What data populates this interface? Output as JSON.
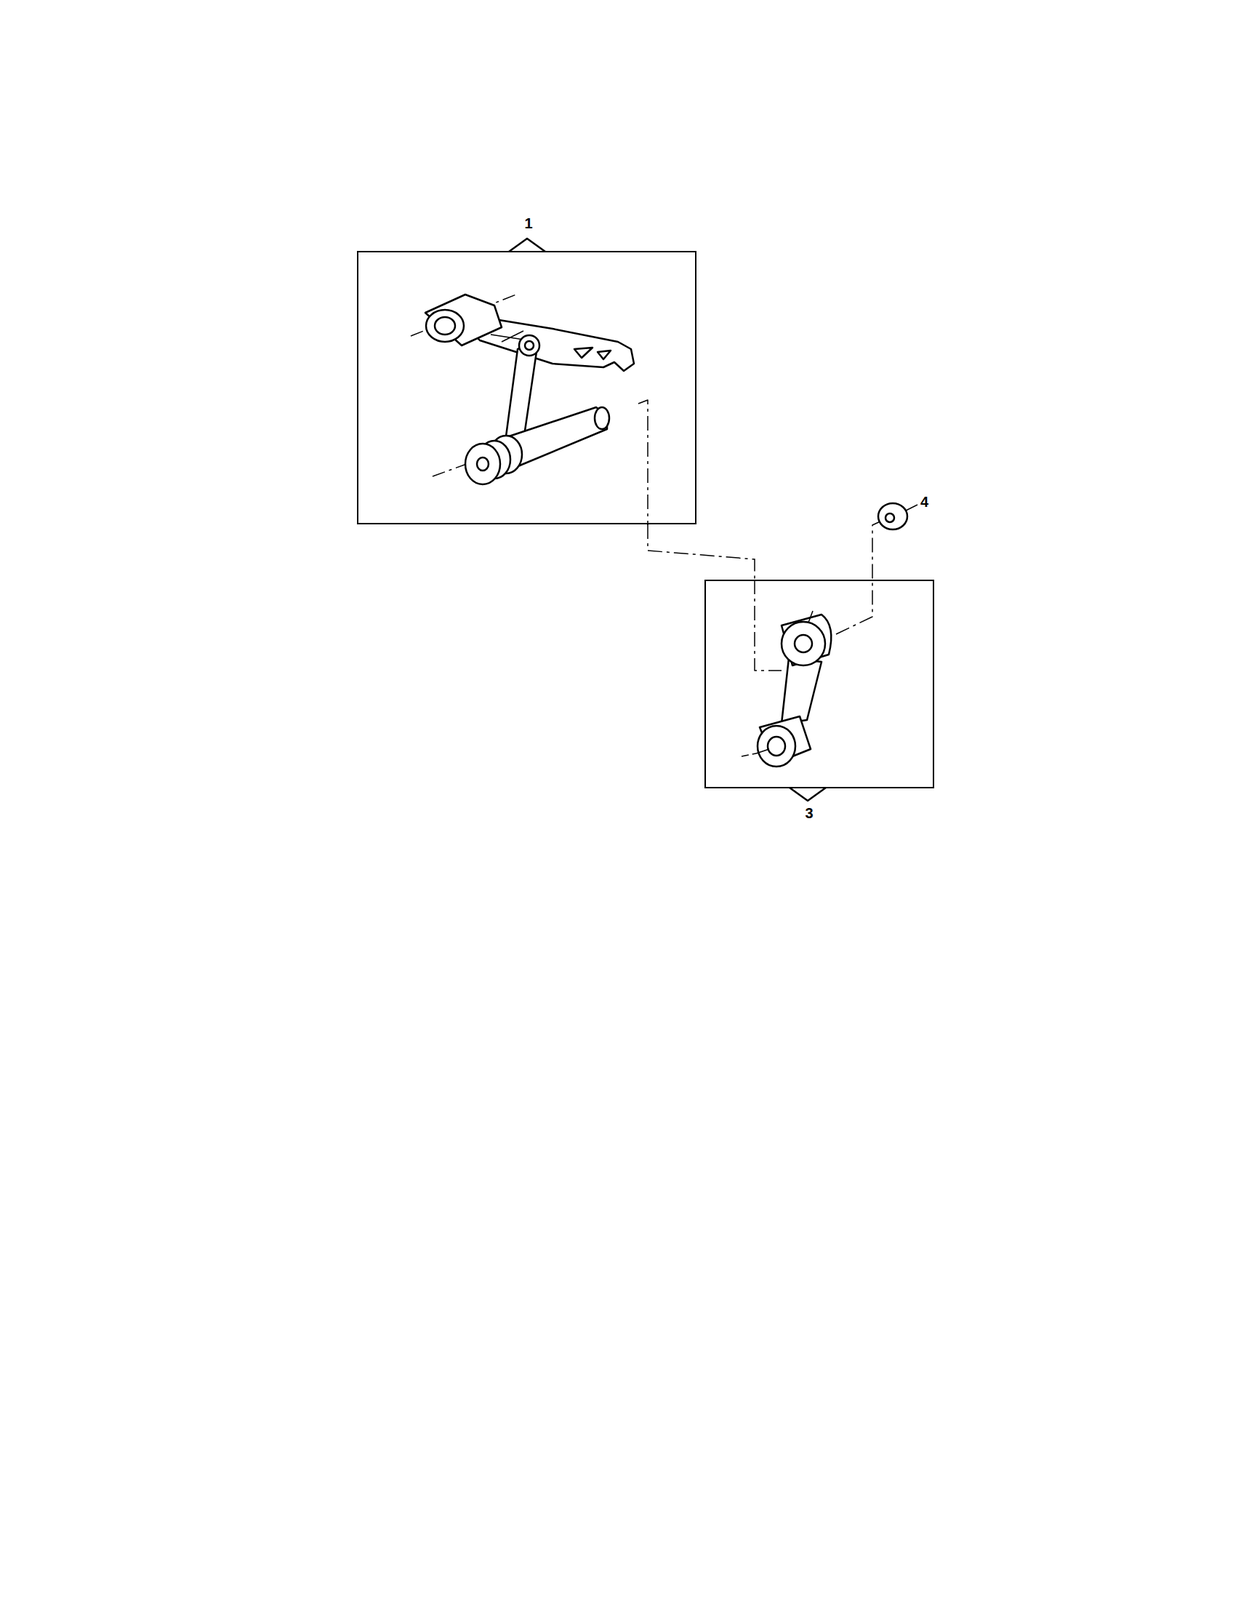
{
  "diagram": {
    "nodes": [
      {
        "text": [
          "1"
        ]
      },
      {
        "text": [
          "3"
        ]
      }
    ],
    "edges": [
      {
        "from": 0,
        "to": 1,
        "arrow": "none"
      }
    ],
    "labels": [
      "4"
    ]
  }
}
